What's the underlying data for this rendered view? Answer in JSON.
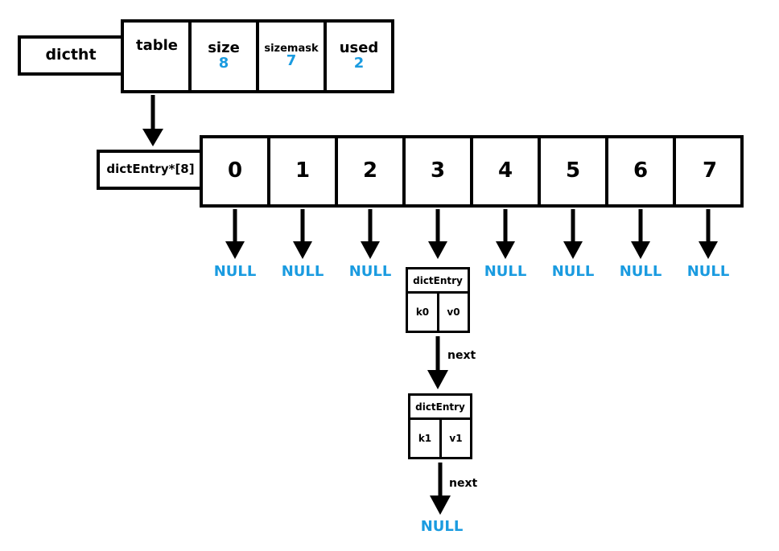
{
  "dictht": {
    "name": "dictht",
    "fields": [
      {
        "name": "table",
        "value": ""
      },
      {
        "name": "size",
        "value": "8"
      },
      {
        "name": "sizemask",
        "value": "7"
      },
      {
        "name": "used",
        "value": "2"
      }
    ]
  },
  "table_array": {
    "label": "dictEntry*[8]",
    "buckets": [
      "0",
      "1",
      "2",
      "3",
      "4",
      "5",
      "6",
      "7"
    ]
  },
  "null_label": "NULL",
  "entries": [
    {
      "title": "dictEntry",
      "key": "k0",
      "value": "v0",
      "next_label": "next"
    },
    {
      "title": "dictEntry",
      "key": "k1",
      "value": "v1",
      "next_label": "next"
    }
  ],
  "colors": {
    "accent": "#1a9be0",
    "line": "#000000"
  }
}
